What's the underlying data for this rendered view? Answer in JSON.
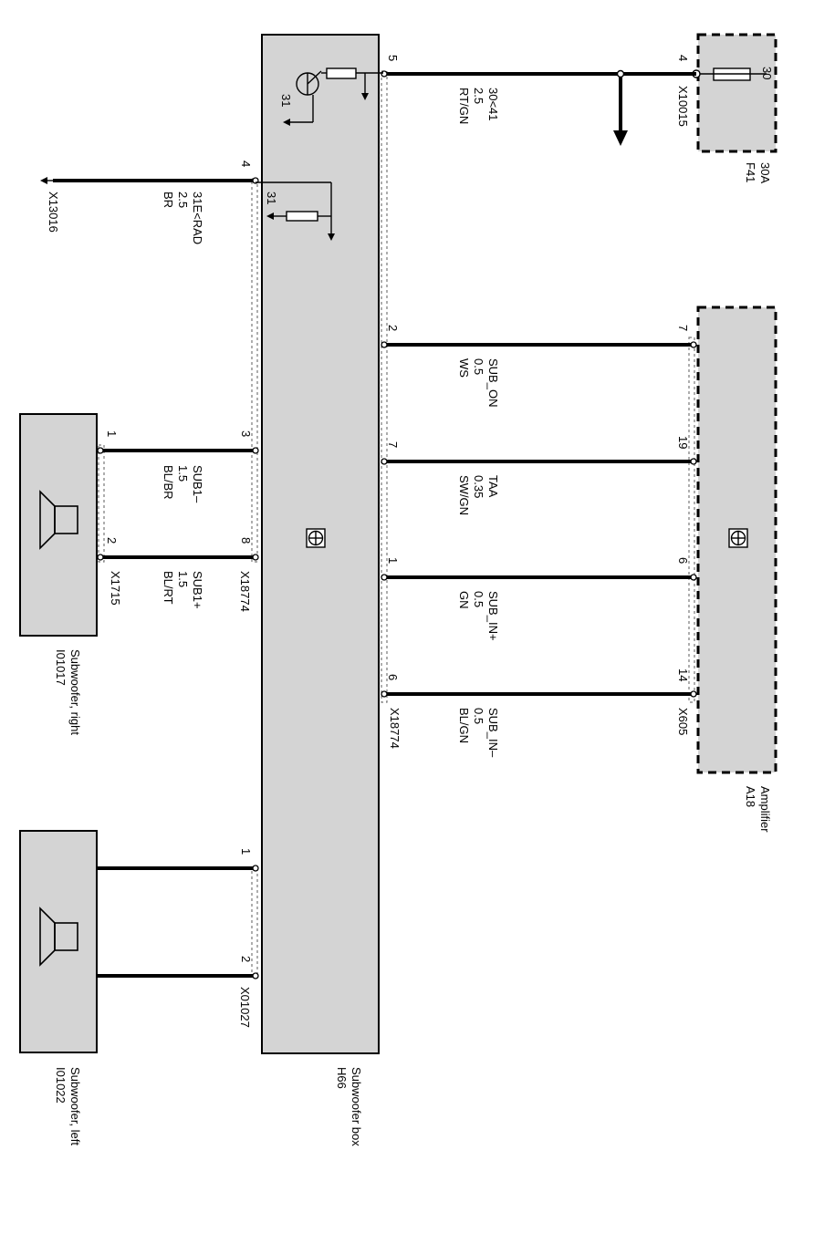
{
  "components": {
    "subwoofer_box": {
      "id": "H66",
      "name": "Subwoofer box"
    },
    "amplifier": {
      "id": "A18",
      "name": "Amplifier"
    },
    "fuse": {
      "id": "F41",
      "rating": "30A",
      "terminal": "30"
    },
    "subwoofer_right": {
      "id": "I01017",
      "name": "Subwoofer, right"
    },
    "subwoofer_left": {
      "id": "I01022",
      "name": "Subwoofer, left"
    }
  },
  "connectors": {
    "box_top": "X18774",
    "box_mid": "X18774",
    "box_left_spk": "X01027",
    "amp": "X605",
    "fuse": "X10015",
    "sub_right": "X1715",
    "ground": "X13016"
  },
  "wires": [
    {
      "key": "power",
      "signal": "30<41",
      "gauge": "2.5",
      "color": "RT/GN",
      "pin_a": "5",
      "pin_b": "4"
    },
    {
      "key": "ground",
      "signal": "31E<RAD",
      "gauge": "2.5",
      "color": "BR",
      "pin_a": "4"
    },
    {
      "key": "sub_on",
      "signal": "SUB_ON",
      "gauge": "0.5",
      "color": "WS",
      "pin_a": "2",
      "pin_b": "7"
    },
    {
      "key": "taa",
      "signal": "TAA",
      "gauge": "0.35",
      "color": "SW/GN",
      "pin_a": "7",
      "pin_b": "19"
    },
    {
      "key": "sub_in_plus",
      "signal": "SUB_IN+",
      "gauge": "0.5",
      "color": "GN",
      "pin_a": "1",
      "pin_b": "6"
    },
    {
      "key": "sub_in_minus",
      "signal": "SUB_IN–",
      "gauge": "0.5",
      "color": "BL/GN",
      "pin_a": "6",
      "pin_b": "14"
    },
    {
      "key": "sub1_minus",
      "signal": "SUB1–",
      "gauge": "1.5",
      "color": "BL/BR",
      "pin_a": "3",
      "pin_b": "1"
    },
    {
      "key": "sub1_plus",
      "signal": "SUB1+",
      "gauge": "1.5",
      "color": "BL/RT",
      "pin_a": "8",
      "pin_b": "2"
    },
    {
      "key": "left_1",
      "pin_a": "1"
    },
    {
      "key": "left_2",
      "pin_a": "2"
    }
  ],
  "internal": {
    "ground_31_top": "31",
    "ground_31_mid": "31"
  }
}
